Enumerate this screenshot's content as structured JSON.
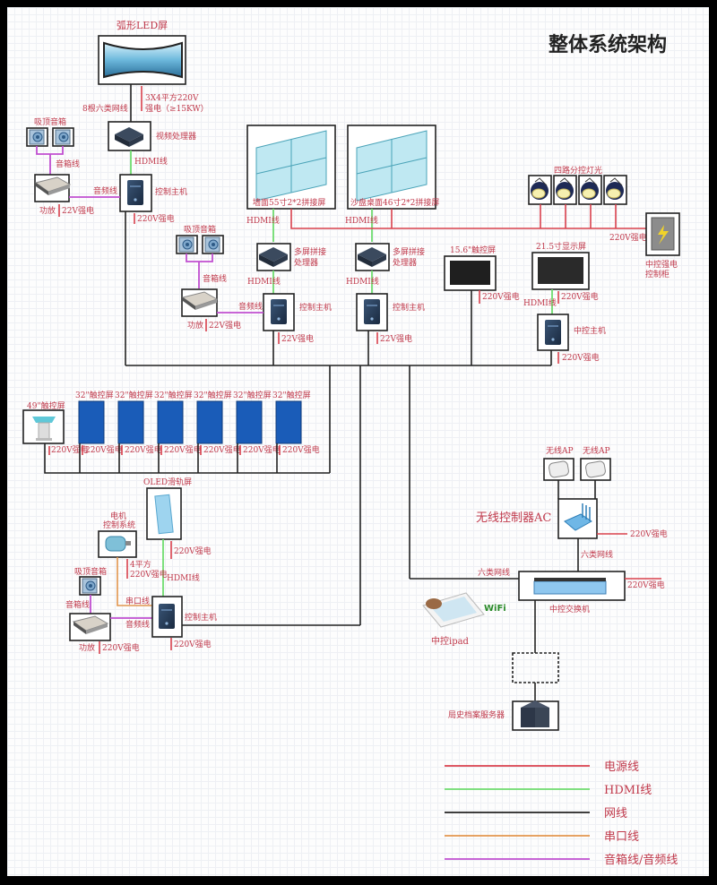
{
  "title": "整体系统架构",
  "colors": {
    "power": "#d9414d",
    "hdmi": "#6fdc6f",
    "network": "#222222",
    "serial": "#e2964e",
    "audio": "#c04fd0",
    "label": "#c0394b",
    "touch_panel": "#1a5cb8"
  },
  "top_left": {
    "led_screen": "弧形LED屏",
    "cable_8": "8根六类网线",
    "power_3x4_line1": "3X4平方220V",
    "power_3x4_line2": "强电（≥15KW）",
    "speakers": "吸顶音箱",
    "speaker_cable": "音箱线",
    "video_processor": "视频处理器",
    "hdmi": "HDMI线",
    "audio_cable": "音频线",
    "host": "控制主机",
    "amp": "功放",
    "amp_power": "22V强电",
    "host_power": "220V强电"
  },
  "walls": {
    "wall55": "墙面55寸2*2拼接屏",
    "table46": "沙盘桌面46寸2*2拼接屏",
    "hdmi_a": "HDMI线",
    "hdmi_b": "HDMI线",
    "proc_a_l1": "多屏拼接",
    "proc_a_l2": "处理器",
    "proc_b_l1": "多屏拼接",
    "proc_b_l2": "处理器",
    "hdmi_c": "HDMI线",
    "hdmi_d": "HDMI线",
    "host_a": "控制主机",
    "host_b": "控制主机",
    "power_a": "22V强电",
    "power_b": "22V强电"
  },
  "mid_left": {
    "speakers": "吸顶音箱",
    "speaker_cable": "音箱线",
    "audio_cable": "音频线",
    "amp": "功放",
    "amp_power": "22V强电"
  },
  "lights": {
    "label": "四路分控灯光",
    "power": "220V强电",
    "cabinet_l1": "中控强电",
    "cabinet_l2": "控制柜"
  },
  "right_mid": {
    "touch156": "15.6\"触控屏",
    "touch156_power": "220V强电",
    "display215": "21.5寸显示屏",
    "display215_power": "220V强电",
    "hdmi": "HDMI线",
    "central_host": "中控主机",
    "central_host_power": "220V强电"
  },
  "touch_row": {
    "big_label": "49\"触控屏",
    "panel_label": "32\"触控屏",
    "panels": [
      "32\"触控屏",
      "32\"触控屏",
      "32\"触控屏",
      "32\"触控屏",
      "32\"触控屏",
      "32\"触控屏"
    ],
    "power_labels": [
      "220V强电",
      "220V强电",
      "220V强电",
      "220V强电",
      "220V强电",
      "220V强电",
      "220V强电"
    ]
  },
  "bottom_left": {
    "oled": "OLED滑轨屏",
    "oled_power": "220V强电",
    "motor_l1": "电机",
    "motor_l2": "控制系统",
    "motor_power_l1": "4平方",
    "motor_power_l2": "220V强电",
    "hdmi": "HDMI线",
    "speakers": "吸顶音箱",
    "speaker_cable": "音箱线",
    "serial": "串口线",
    "audio_cable": "音频线",
    "host": "控制主机",
    "amp": "功放",
    "amp_power": "220V强电",
    "host_power": "220V强电"
  },
  "network": {
    "ap1": "无线AP",
    "ap2": "无线AP",
    "ac": "无线控制器AC",
    "ac_power": "220V强电",
    "cat6_a": "六类网线",
    "cat6_b": "六类网线",
    "switch": "中控交换机",
    "switch_power": "220V强电",
    "ipad": "中控ipad",
    "wifi": "WiFi",
    "server": "局史档案服务器"
  },
  "legend": [
    {
      "label": "电源线",
      "color": "#d9414d"
    },
    {
      "label": "HDMI线",
      "color": "#6fdc6f"
    },
    {
      "label": "网线",
      "color": "#222222"
    },
    {
      "label": "串口线",
      "color": "#e2964e"
    },
    {
      "label": "音箱线/音频线",
      "color": "#c04fd0"
    }
  ]
}
